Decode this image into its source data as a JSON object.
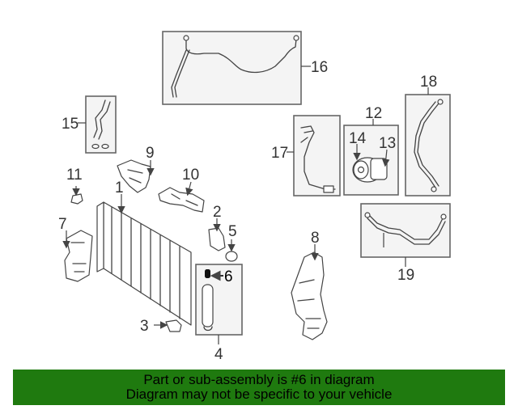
{
  "diagram": {
    "callouts": {
      "c1": "1",
      "c2": "2",
      "c3": "3",
      "c4": "4",
      "c5": "5",
      "c6": "6",
      "c7": "7",
      "c8": "8",
      "c9": "9",
      "c10": "10",
      "c11": "11",
      "c12": "12",
      "c13": "13",
      "c14": "14",
      "c15": "15",
      "c16": "16",
      "c17": "17",
      "c18": "18",
      "c19": "19"
    },
    "highlighted_part": "6"
  },
  "banner": {
    "line1": "Part or sub-assembly is #6 in diagram",
    "line2": "Diagram may not be specific to your vehicle",
    "background": "#1f7a0f"
  }
}
